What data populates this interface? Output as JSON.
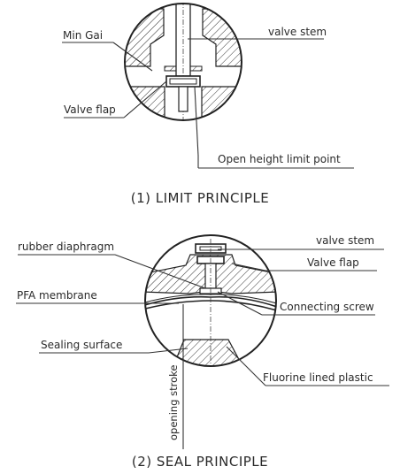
{
  "diagram1": {
    "caption": "(1) LIMIT PRINCIPLE",
    "labels": {
      "min_gai": "Min Gai",
      "valve_stem": "valve stem",
      "valve_flap": "Valve flap",
      "open_height": "Open height limit point"
    }
  },
  "diagram2": {
    "caption": "(2) SEAL PRINCIPLE",
    "labels": {
      "rubber_diaphragm": "rubber diaphragm",
      "valve_stem": "valve stem",
      "valve_flap": "Valve flap",
      "pfa_membrane": "PFA membrane",
      "connecting_screw": "Connecting screw",
      "sealing_surface": "Sealing surface",
      "fluorine_lined": "Fluorine lined plastic",
      "opening_stroke": "opening stroke"
    }
  }
}
